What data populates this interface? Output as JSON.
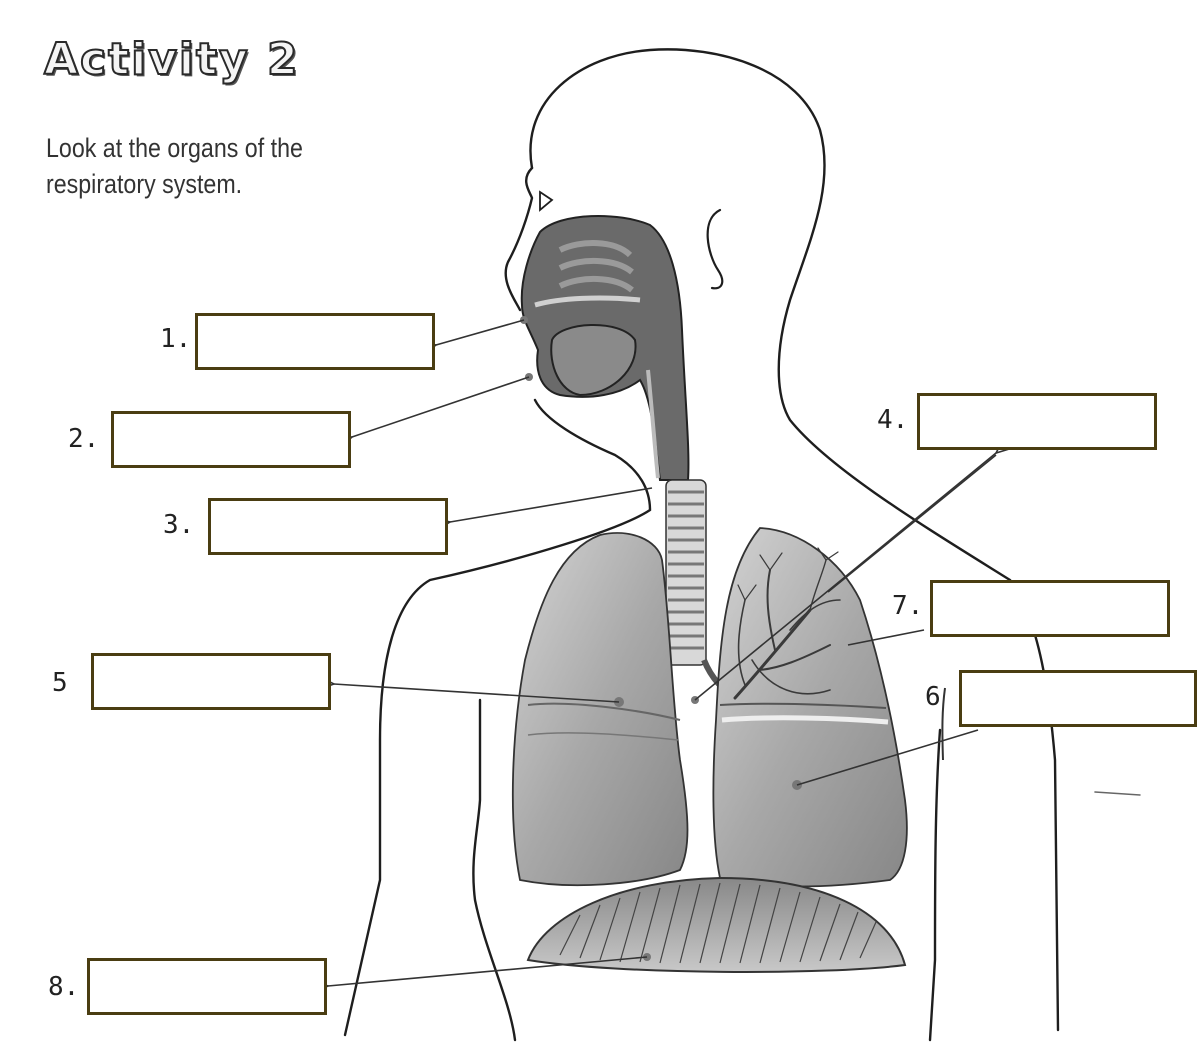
{
  "title": "Activity 2",
  "instruction": "Look at the organs of the respiratory system.",
  "labels": [
    "1.",
    "2.",
    "3.",
    "4.",
    "5",
    "6",
    "7.",
    "8."
  ],
  "colors": {
    "box_border": "#4a3d12",
    "ink": "#1e1e1e",
    "organ_fill": "#a7a7a7",
    "organ_dark": "#5a5a5a"
  }
}
